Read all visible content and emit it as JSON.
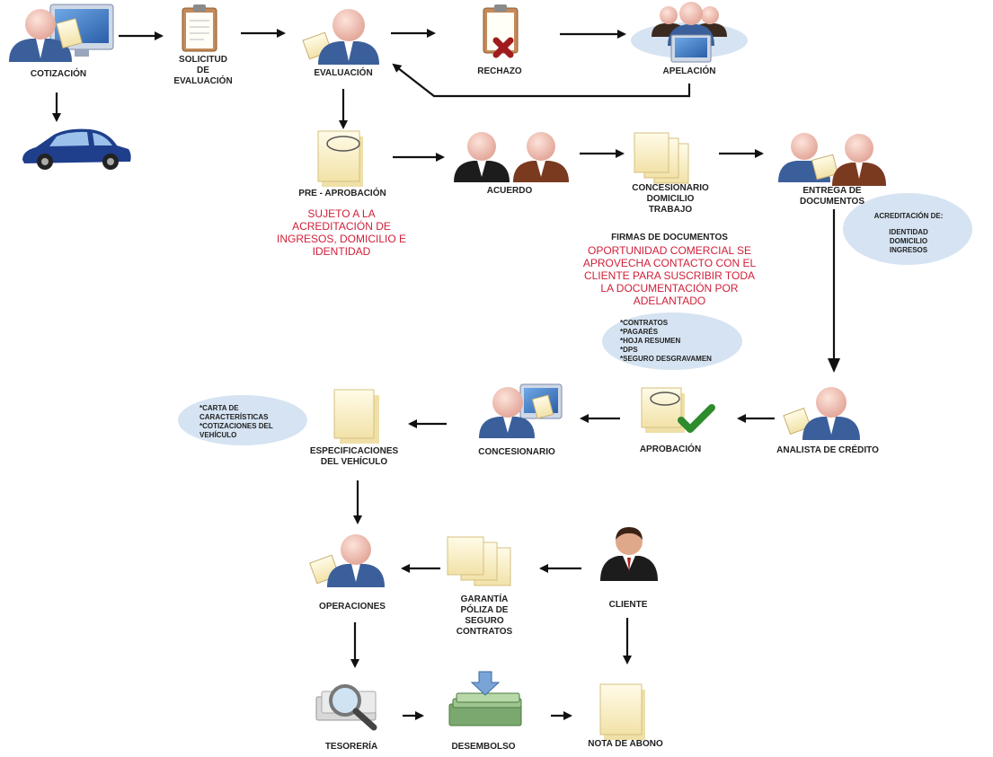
{
  "nodes": {
    "cotizacion": "COTIZACIÓN",
    "solicitud": [
      "SOLICITUD",
      "DE",
      "EVALUACIÓN"
    ],
    "evaluacion": "EVALUACIÓN",
    "rechazo": "RECHAZO",
    "apelacion": "APELACIÓN",
    "pre_aprobacion": "PRE - APROBACIÓN",
    "acuerdo": "ACUERDO",
    "concesionario_docs": [
      "CONCESIONARIO",
      "DOMICILIO",
      "TRABAJO"
    ],
    "entrega": [
      "ENTREGA DE",
      "DOCUMENTOS"
    ],
    "analista": "ANALISTA DE CRÉDITO",
    "aprobacion": "APROBACIÓN",
    "concesionario": "CONCESIONARIO",
    "especificaciones": [
      "ESPECIFICACIONES",
      "DEL VEHÍCULO"
    ],
    "operaciones": "OPERACIONES",
    "garantia": [
      "GARANTÍA",
      "PÓLIZA DE",
      "SEGURO",
      "CONTRATOS"
    ],
    "cliente": "CLIENTE",
    "tesoreria": "TESORERÍA",
    "desembolso": "DESEMBOLSO",
    "nota_abono": "NOTA DE ABONO"
  },
  "notes": {
    "sujeto": [
      "SUJETO A LA",
      "ACREDITACIÓN DE",
      "INGRESOS, DOMICILIO E",
      "IDENTIDAD"
    ],
    "firmas_title": "FIRMAS DE DOCUMENTOS",
    "firmas": [
      "OPORTUNIDAD COMERCIAL SE",
      "APROVECHA CONTACTO CON EL",
      "CLIENTE PARA SUSCRIBIR TODA",
      "LA DOCUMENTACIÓN POR",
      "ADELANTADO"
    ]
  },
  "bubbles": {
    "acreditacion_title": "ACREDITACIÓN DE:",
    "acreditacion_items": [
      "IDENTIDAD",
      "DOMICILIO",
      "INGRESOS"
    ],
    "contratos_items": [
      "*CONTRATOS",
      "*PAGARÉS",
      "*HOJA RESUMEN",
      "*DPS",
      "*SEGURO DESGRAVAMEN"
    ],
    "carta_items": [
      "*CARTA DE",
      "CARACTERÍSTICAS",
      "*COTIZACIONES DEL",
      "VEHÍCULO"
    ]
  },
  "colors": {
    "accent_red": "#d0203a",
    "bubble_fill": "#d5e3f2",
    "suit_blue": "#3b5f9a",
    "arrow": "#111111"
  },
  "icons": [
    "person-computer-icon",
    "clipboard-icon",
    "reject-clipboard-icon",
    "car-icon",
    "document-stack-icon",
    "checkmark-icon",
    "magnifier-icon",
    "money-icon"
  ]
}
